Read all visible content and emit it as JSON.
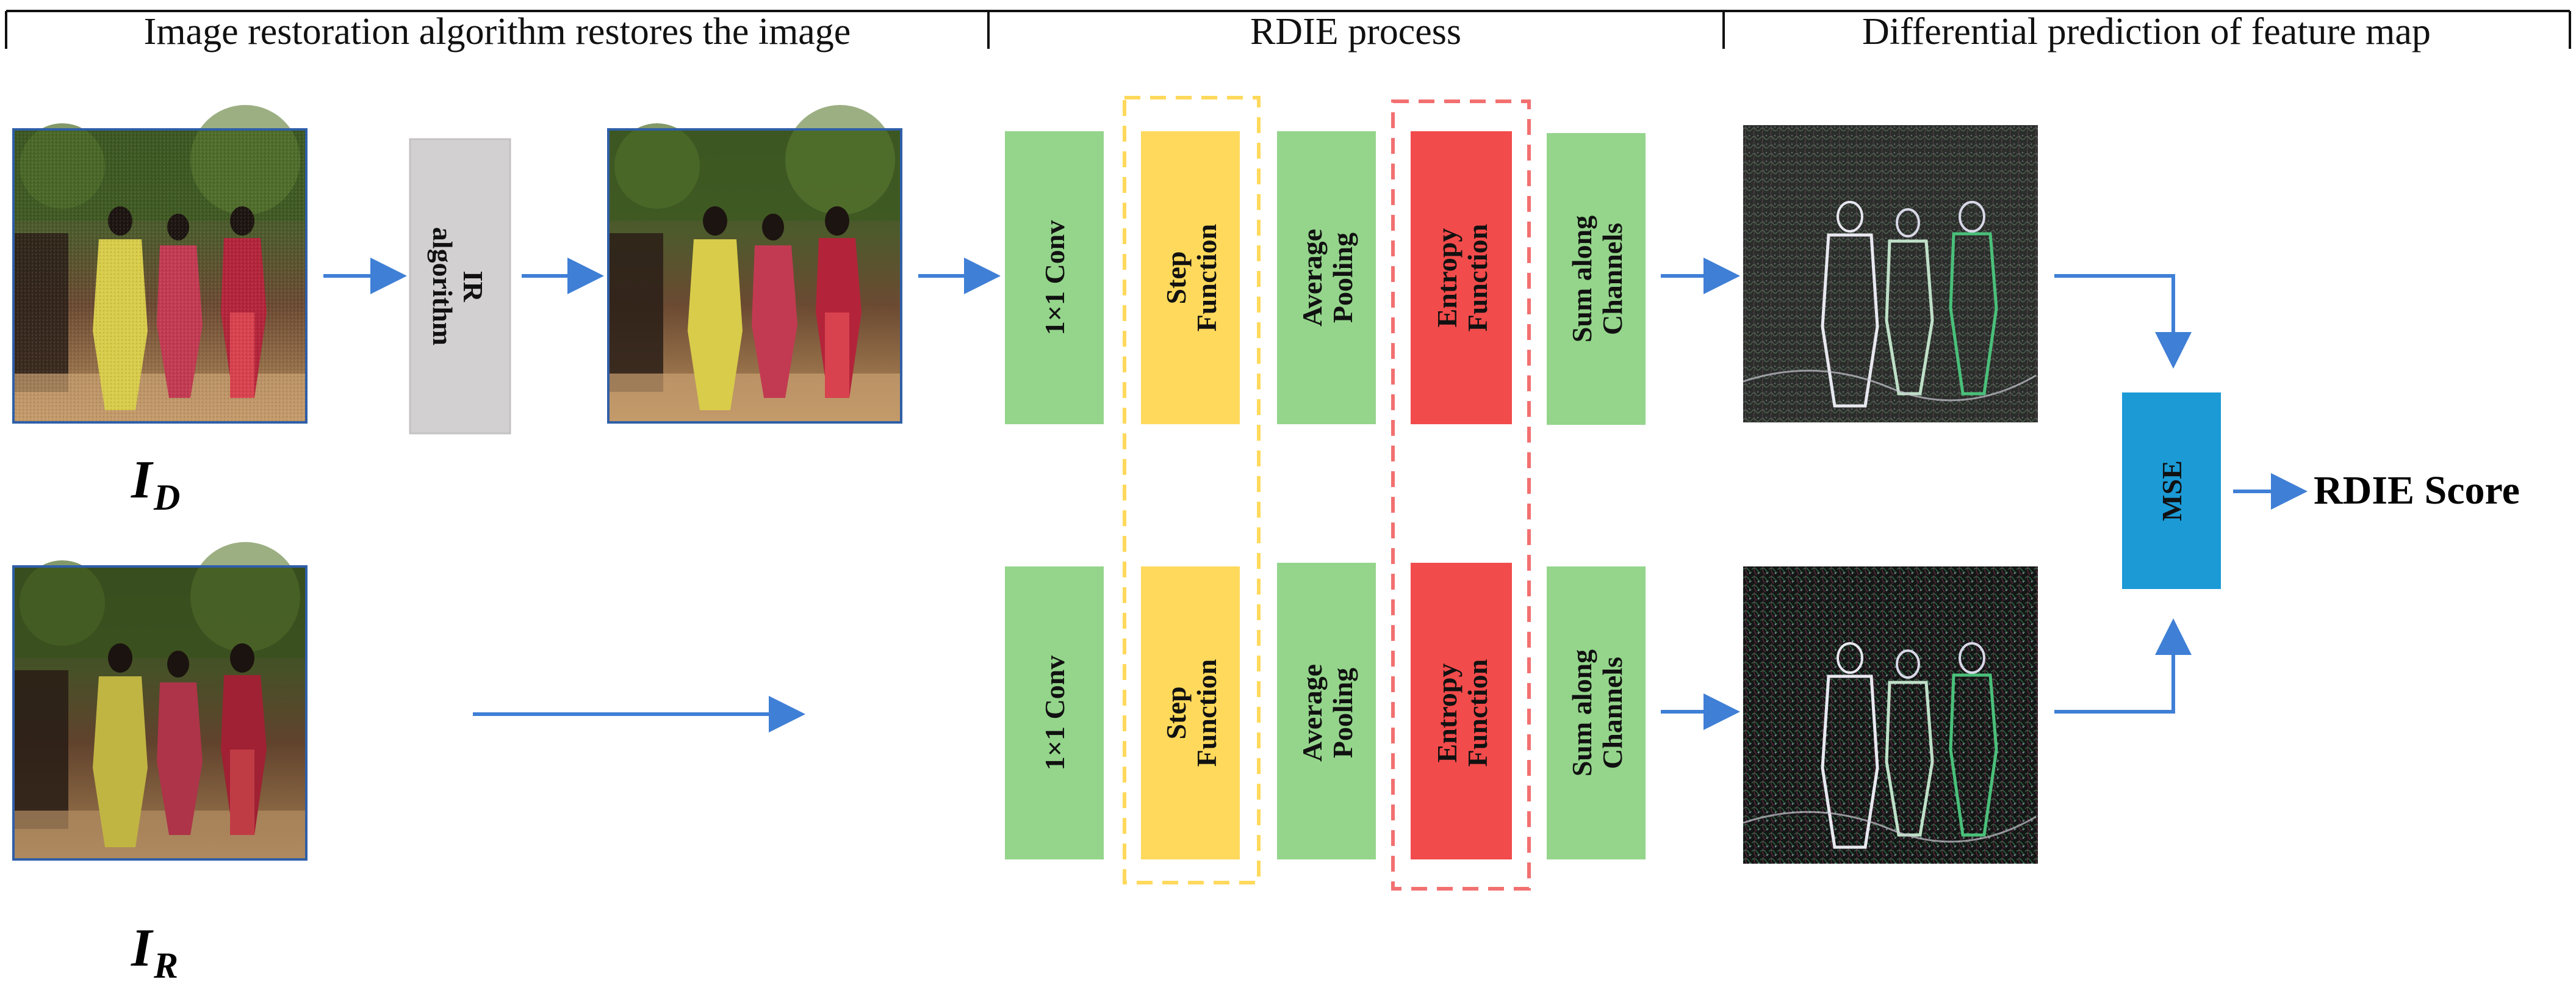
{
  "header": {
    "section1": "Image restoration algorithm restores the image",
    "section2": "RDIE process",
    "section3": "Differential prediction of feature map"
  },
  "labels": {
    "ir_line1": "IR",
    "ir_line2": "algorithm",
    "conv": "1×1 Conv",
    "step_line1": "Step",
    "step_line2": "Function",
    "avg_line1": "Average",
    "avg_line2": "Pooling",
    "ent_line1": "Entropy",
    "ent_line2": "Function",
    "sum_line1": "Sum along",
    "sum_line2": "Channels",
    "mse": "MSE",
    "score": "RDIE Score",
    "id_main": "I",
    "id_sub": "D",
    "ir_main": "I",
    "ir_sub": "R"
  },
  "colors": {
    "green": "#94D58B",
    "yellow": "#FFD95C",
    "red": "#F24B4B",
    "gray": "#D2D0D0",
    "blue": "#1B9AD6",
    "arrow": "#3F7FD6"
  }
}
